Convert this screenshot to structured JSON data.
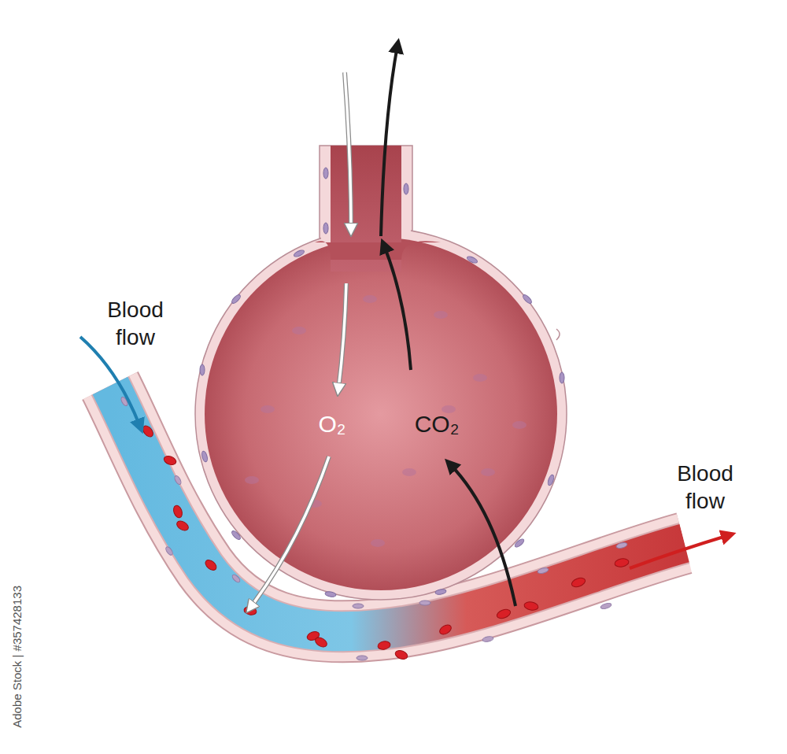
{
  "diagram": {
    "labels": [
      "Blood flow",
      "O₂",
      "CO₂",
      "Blood flow",
      "Adobe Stock | #357428133"
    ]
  }
}
